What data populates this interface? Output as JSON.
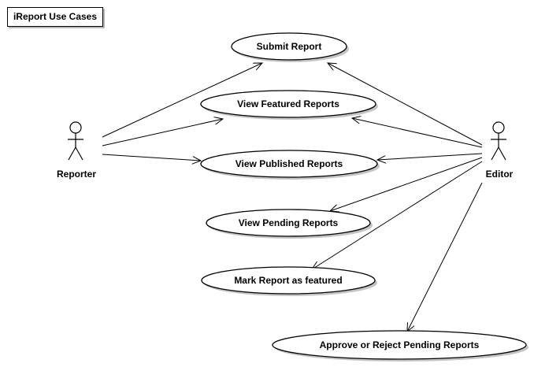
{
  "diagram": {
    "title": "iReport Use Cases",
    "actors": {
      "reporter": "Reporter",
      "editor": "Editor"
    },
    "use_cases": {
      "submit_report": "Submit Report",
      "view_featured": "View Featured Reports",
      "view_published": "View Published Reports",
      "view_pending": "View Pending Reports",
      "mark_featured": "Mark Report as featured",
      "approve_reject": "Approve or Reject Pending Reports"
    }
  }
}
